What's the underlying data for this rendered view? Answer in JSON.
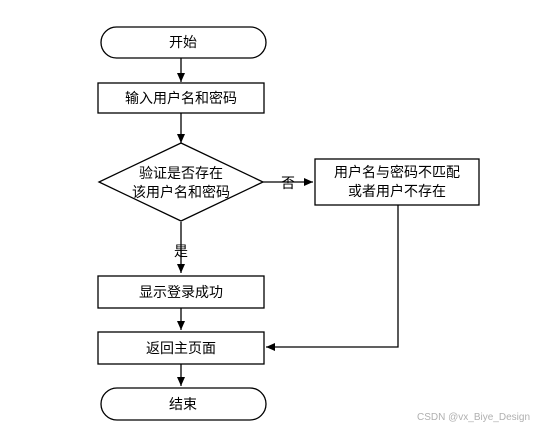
{
  "flowchart": {
    "nodes": {
      "start": "开始",
      "input": "输入用户名和密码",
      "decision_line1": "验证是否存在",
      "decision_line2": "该用户名和密码",
      "error_line1": "用户名与密码不匹配",
      "error_line2": "或者用户不存在",
      "success": "显示登录成功",
      "return_home": "返回主页面",
      "end": "结束"
    },
    "edges": {
      "no_label": "否",
      "yes_label": "是"
    }
  },
  "watermark": "CSDN @vx_Biye_Design"
}
